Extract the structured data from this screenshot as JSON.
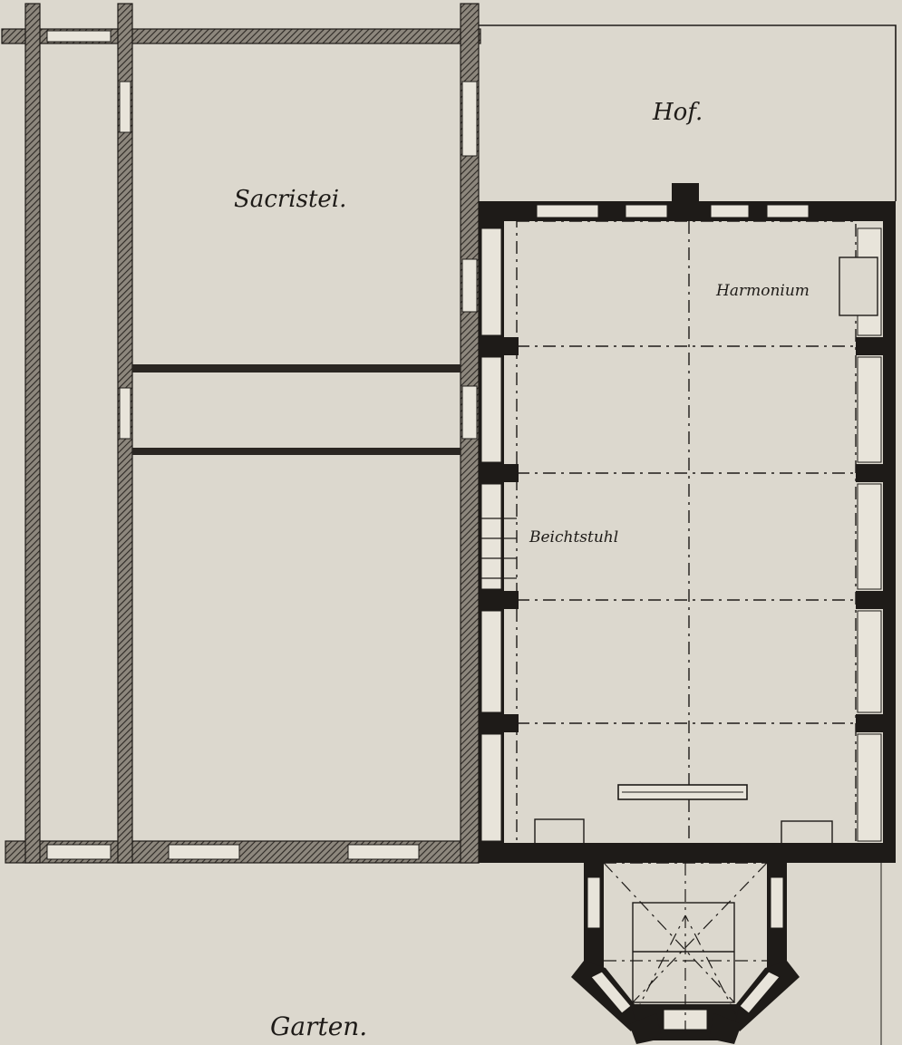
{
  "plan": {
    "rooms": {
      "sacristy": "Sacristei.",
      "courtyard": "Hof.",
      "harmonium": "Harmonium",
      "confessional": "Beichtstuhl",
      "garden": "Garten."
    },
    "colors": {
      "paper": "#dcd8ce",
      "ink": "#1e1b18",
      "hatch_wall": "#4a4540"
    }
  }
}
